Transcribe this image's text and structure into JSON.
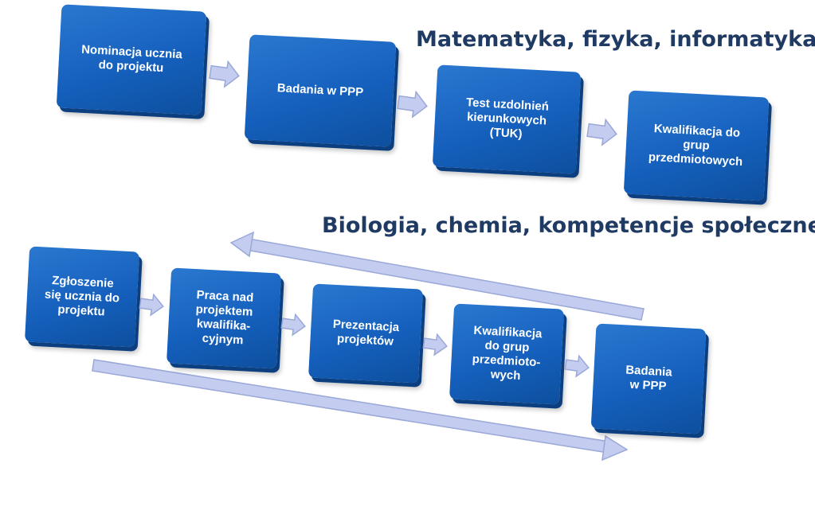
{
  "headings": {
    "top": "Matematyka, fizyka, informatyka",
    "bottom": "Biologia, chemia, kompetencje społeczne"
  },
  "top_flow": [
    {
      "label": "Nominacja ucznia\ndo projektu"
    },
    {
      "label": "Badania w PPP"
    },
    {
      "label": "Test uzdolnień\nkierunkowych\n(TUK)"
    },
    {
      "label": "Kwalifikacja do\ngrup\nprzedmiotowych"
    }
  ],
  "bottom_flow": [
    {
      "label": "Zgłoszenie\nsię ucznia do\nprojektu"
    },
    {
      "label": "Praca nad\nprojektem\nkwalifika-\ncyjnym"
    },
    {
      "label": "Prezentacja\nprojektów"
    },
    {
      "label": "Kwalifikacja\ndo grup\nprzedmioto-\nwych"
    },
    {
      "label": "Badania\nw PPP"
    }
  ],
  "colors": {
    "box": "#1560bd",
    "heading": "#1f3a63",
    "arrow": "#b8c3e6",
    "arrow_outline": "#9aa8d8"
  }
}
